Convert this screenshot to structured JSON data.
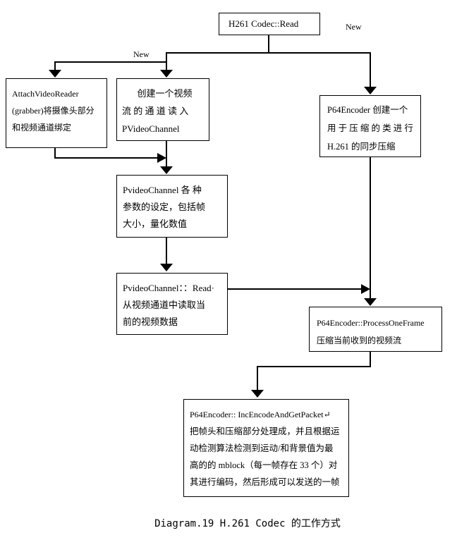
{
  "diagram": {
    "caption": "Diagram.19 H.261 Codec 的工作方式",
    "labels": {
      "new_right": "New",
      "new_left": "New"
    },
    "boxes": {
      "h261_read": {
        "lines": [
          "H261 Codec::Read"
        ]
      },
      "attach": {
        "lines": [
          "AttachVideoReader",
          "(grabber)将摄像头部分",
          "和视频通道绑定"
        ]
      },
      "create": {
        "lines": [
          "创建一个视频",
          "流 的 通 道 读 入",
          "PVideoChannel"
        ]
      },
      "p64_create": {
        "lines": [
          "P64Encoder 创建一个",
          "用 于 压 缩 的 类 进 行",
          "H.261 的同步压缩"
        ]
      },
      "params": {
        "lines": [
          "PvideoChannel 各 种",
          "参数的设定，包括帧",
          "大小，量化数值"
        ]
      },
      "read": {
        "lines": [
          "PvideoChannel：：Read·",
          "从视频通道中读取当",
          "前的视频数据"
        ]
      },
      "process": {
        "lines": [
          "P64Encoder::ProcessOneFrame",
          "压缩当前收到的视频流"
        ]
      },
      "packet": {
        "lines": [
          "P64Encoder:: IncEncodeAndGetPacket↵",
          "把帧头和压缩部分处理成，并且根据运",
          "动检测算法检测到运动/和背景值为最",
          "高的的 mblock（每一帧存在 33 个）对",
          "其进行编码，然后形成可以发送的一帧"
        ]
      }
    },
    "colors": {
      "ink": "#000000",
      "background": "#ffffff"
    }
  }
}
